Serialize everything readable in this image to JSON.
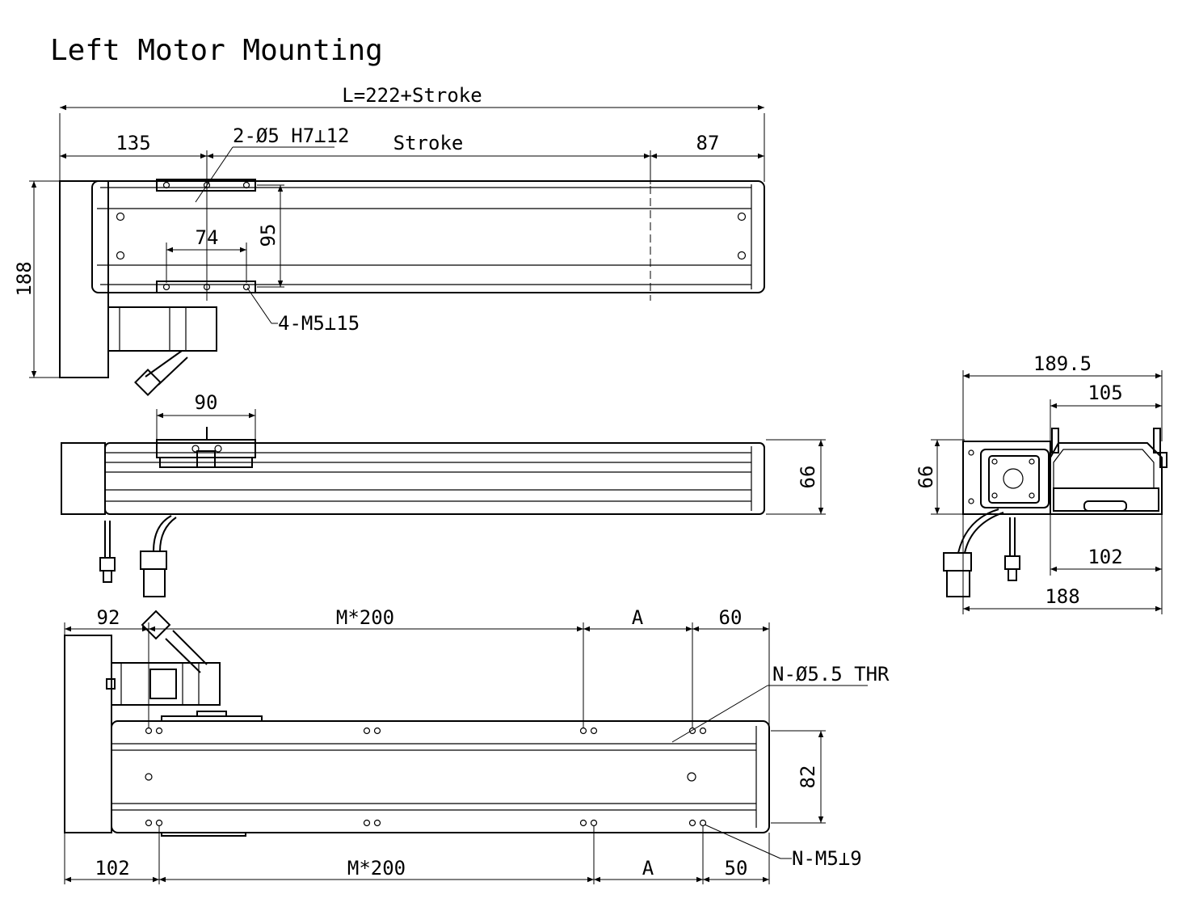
{
  "title": "Left Motor Mounting",
  "top_view": {
    "overall_length": "L=222+Stroke",
    "left_offset": "135",
    "stroke": "Stroke",
    "right_offset": "87",
    "pin_holes": "2-Ø5 H7⊥12",
    "hole_span_x": "74",
    "hole_span_y": "95",
    "tapped_holes": "4-M5⊥15",
    "height": "188"
  },
  "side_view": {
    "carriage_length": "90",
    "height": "66"
  },
  "end_view": {
    "overall_width": "189.5",
    "upper_width": "105",
    "height": "66",
    "base_width": "102",
    "bottom_width": "188"
  },
  "bottom_view": {
    "top_left_offset": "92",
    "top_pitch": "M*200",
    "top_a": "A",
    "top_right_offset": "60",
    "through_holes": "N-Ø5.5 THR",
    "hole_span_y": "82",
    "tapped_holes": "N-M5⊥9",
    "bottom_left_offset": "102",
    "bottom_pitch": "M*200",
    "bottom_a": "A",
    "bottom_right_offset": "50"
  }
}
